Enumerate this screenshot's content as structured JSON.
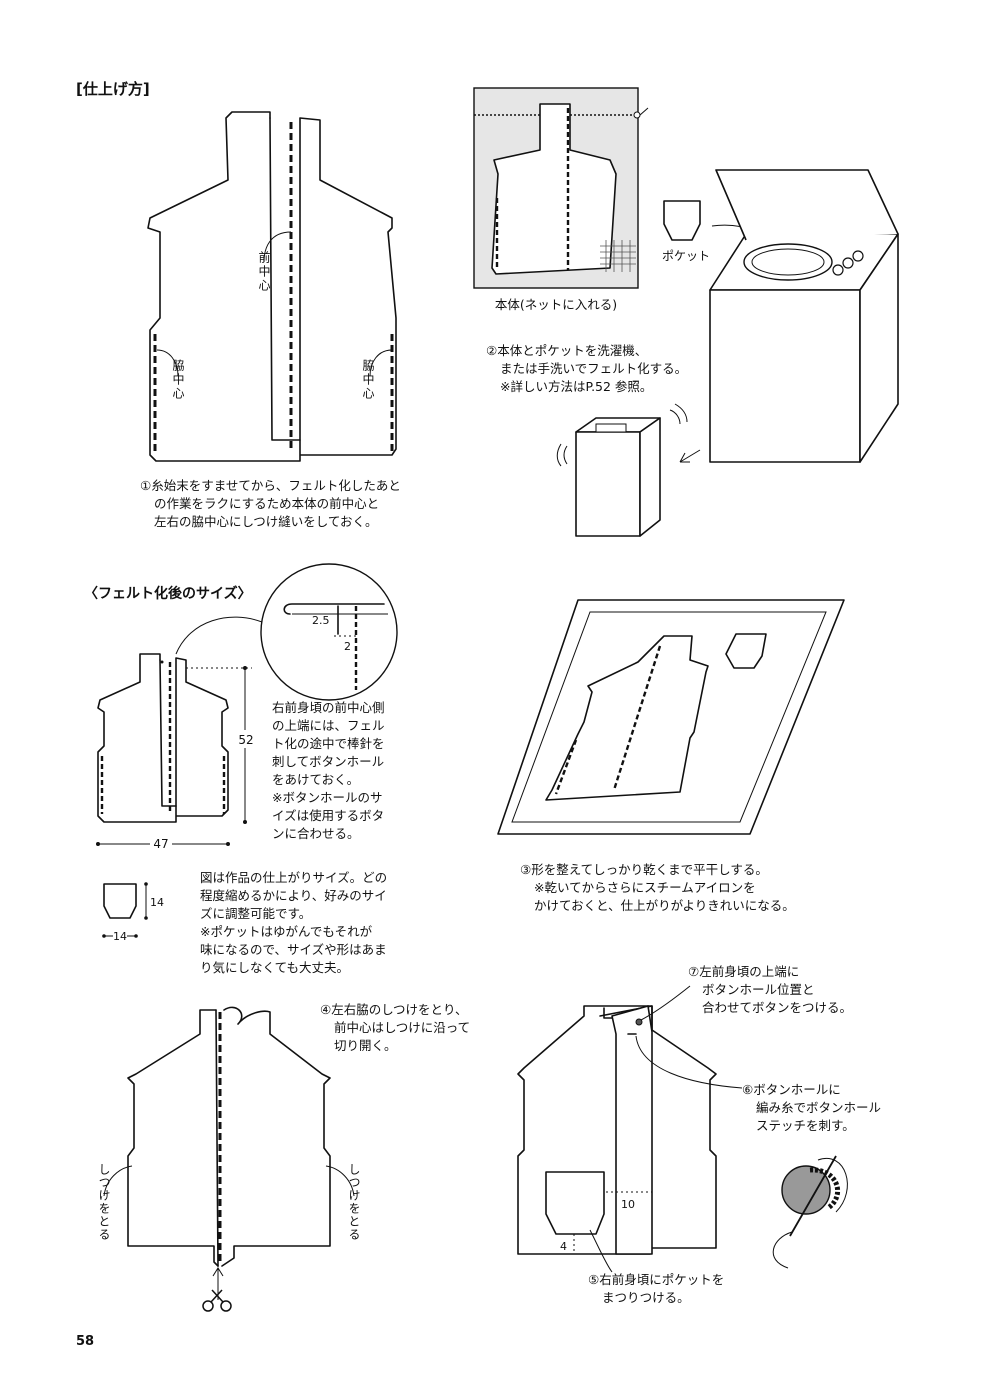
{
  "page_number": "58",
  "sections": {
    "finishing_title": "[仕上げ方]",
    "felted_size_title": "〈フェルト化後のサイズ〉"
  },
  "step1": {
    "labels": {
      "front_center": "前中心",
      "side_center_left": "脇中心",
      "side_center_right": "脇中心"
    },
    "caption": [
      "①糸始末をすませてから、フェルト化したあと",
      "の作業をラクにするため本体の前中心と",
      "左右の脇中心にしつけ縫いをしておく。"
    ]
  },
  "step2": {
    "net_label": "本体(ネットに入れる)",
    "pocket_label": "ポケット",
    "caption": [
      "②本体とポケットを洗濯機、",
      "または手洗いでフェルト化する。",
      "※詳しい方法はP.52 参照。"
    ]
  },
  "size": {
    "width": "47",
    "height": "52",
    "buttonhole_a": "2.5",
    "buttonhole_b": "2",
    "buttonhole_note": [
      "右前身頃の前中心側",
      "の上端には、フェル",
      "ト化の途中で棒針を",
      "刺してボタンホール",
      "をあけておく。",
      "※ボタンホールのサ",
      "イズは使用するボタ",
      "ンに合わせる。"
    ],
    "pocket_w": "14",
    "pocket_h": "14",
    "size_note": [
      "図は作品の仕上がりサイズ。どの",
      "程度縮めるかにより、好みのサイ",
      "ズに調整可能です。",
      "※ポケットはゆがんでもそれが",
      "味になるので、サイズや形はあま",
      "り気にしなくても大丈夫。"
    ]
  },
  "step3": {
    "caption": [
      "③形を整えてしっかり乾くまで平干しする。",
      "※乾いてからさらにスチームアイロンを",
      "かけておくと、仕上がりがよりきれいになる。"
    ]
  },
  "step4": {
    "caption": [
      "④左右脇のしつけをとり、",
      "前中心はしつけに沿って",
      "切り開く。"
    ],
    "remove_left": "しつけをとる",
    "remove_right": "しつけをとる"
  },
  "step5": {
    "caption": [
      "⑤右前身頃にポケットを",
      "まつりつける。"
    ],
    "pocket_offset": "10",
    "pocket_bottom": "4"
  },
  "step6": {
    "caption": [
      "⑥ボタンホールに",
      "編み糸でボタンホール",
      "ステッチを刺す。"
    ]
  },
  "step7": {
    "caption": [
      "⑦左前身頃の上端に",
      "ボタンホール位置と",
      "合わせてボタンをつける。"
    ]
  }
}
